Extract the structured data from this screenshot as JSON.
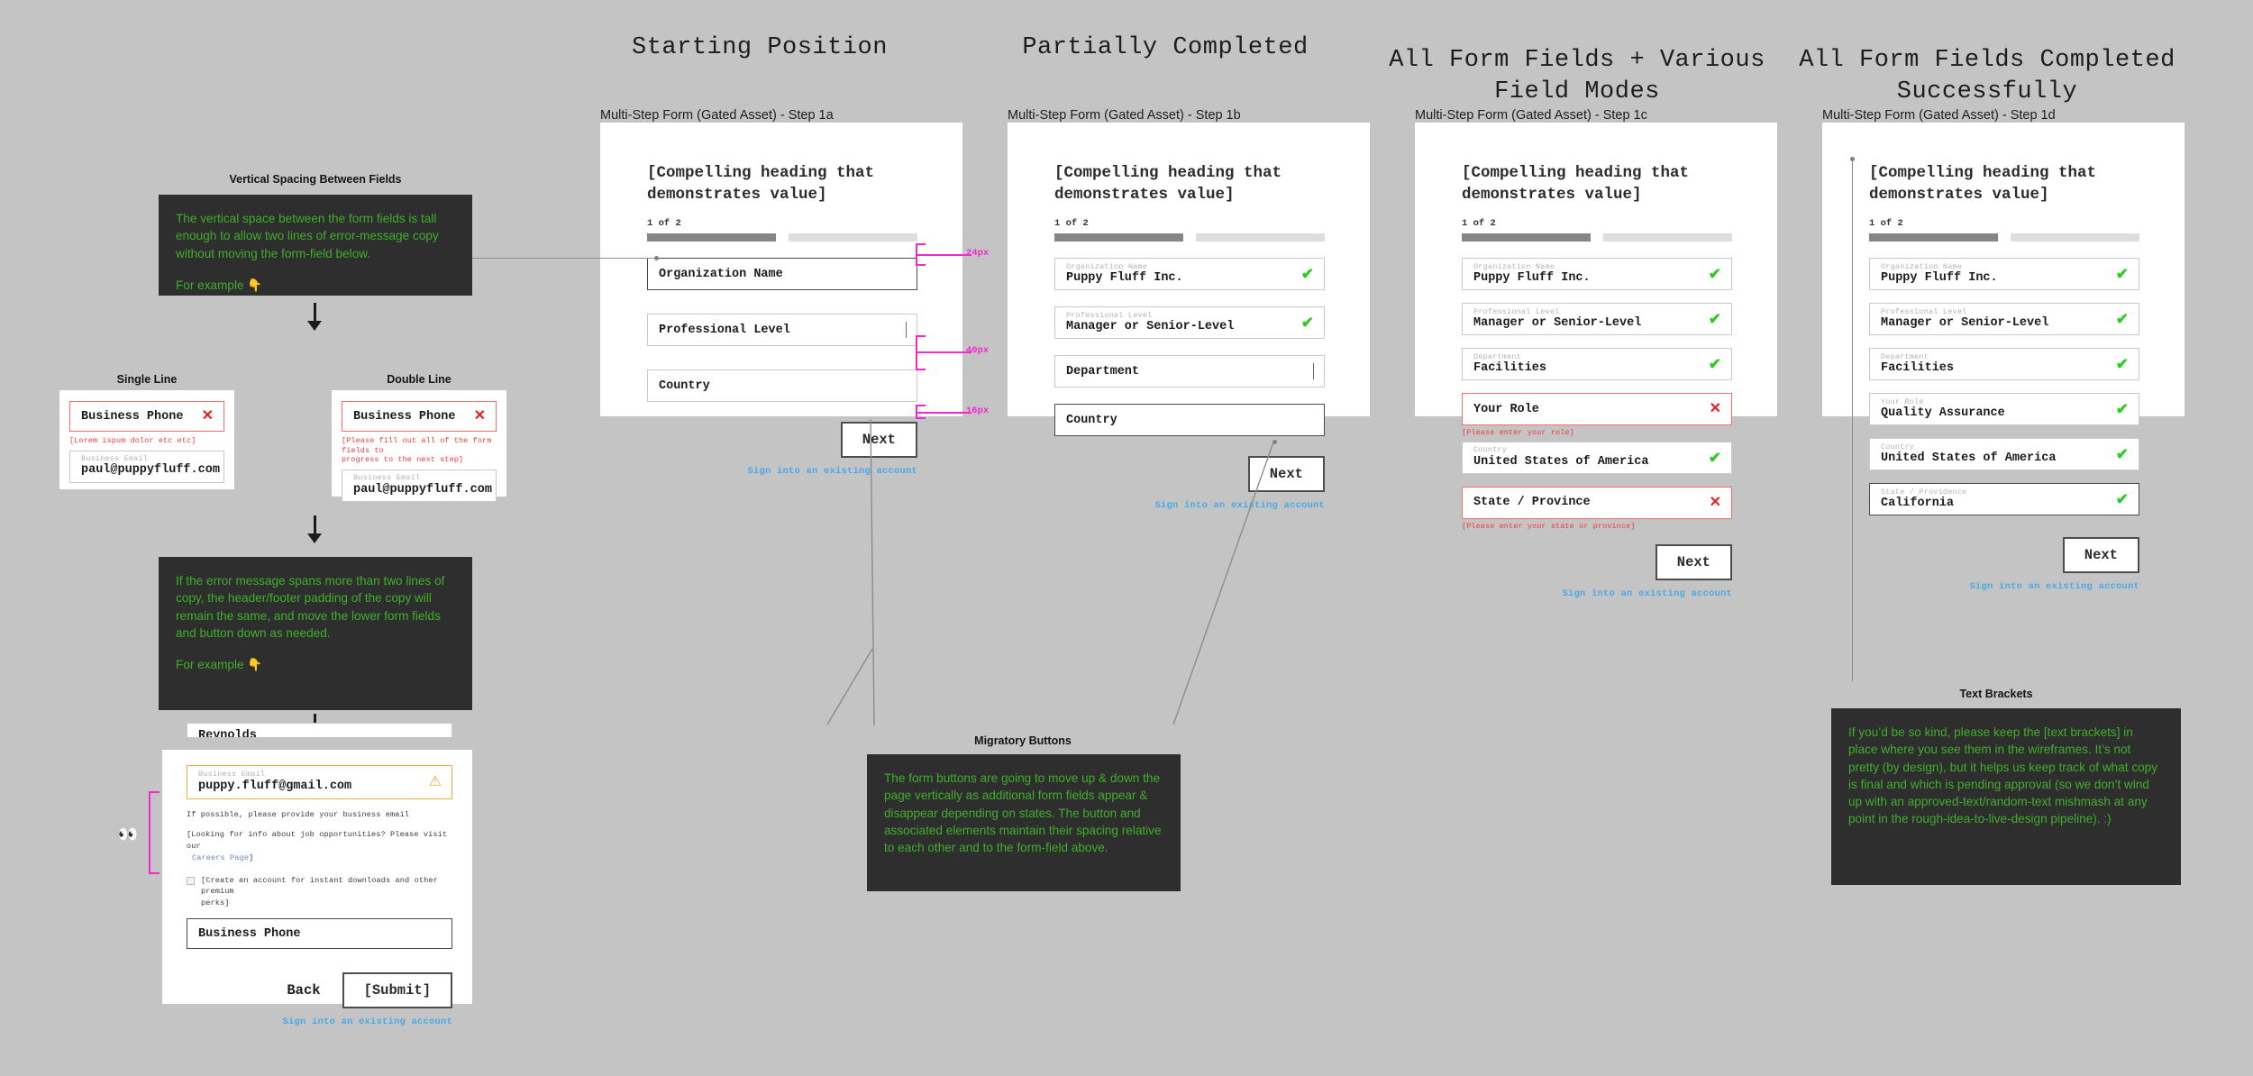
{
  "columns": [
    {
      "title": "Starting Position",
      "caption": "Multi-Step Form (Gated Asset) - Step 1a",
      "heading": "[Compelling heading that\n demonstrates value]",
      "step_count": "1 of 2",
      "fields": [
        {
          "mode": "empty",
          "placeholder": "Organization Name",
          "icon": "none"
        },
        {
          "mode": "empty-light",
          "placeholder": "Professional Level",
          "icon": "chevron-down"
        },
        {
          "mode": "empty-light",
          "placeholder": "Country",
          "icon": "none"
        }
      ],
      "button": "Next",
      "signin": "Sign into an existing account"
    },
    {
      "title": "Partially Completed",
      "caption": "Multi-Step Form (Gated Asset) - Step 1b",
      "heading": "[Compelling heading that\n demonstrates value]",
      "step_count": "1 of 2",
      "fields": [
        {
          "mode": "filled",
          "label": "Organization Name",
          "value": "Puppy Fluff Inc.",
          "icon": "check"
        },
        {
          "mode": "filled",
          "label": "Professional Level",
          "value": "Manager or Senior-Level",
          "icon": "check"
        },
        {
          "mode": "empty-light",
          "placeholder": "Department",
          "icon": "chevron-down"
        },
        {
          "mode": "empty",
          "placeholder": "Country",
          "icon": "none"
        }
      ],
      "button": "Next",
      "signin": "Sign into an existing account"
    },
    {
      "title": "All Form Fields + Various\nField Modes",
      "caption": "Multi-Step Form (Gated Asset) - Step 1c",
      "heading": "[Compelling heading that\n demonstrates value]",
      "step_count": "1 of 2",
      "fields": [
        {
          "mode": "filled",
          "label": "Organization Name",
          "value": "Puppy Fluff Inc.",
          "icon": "check"
        },
        {
          "mode": "filled",
          "label": "Professional Level",
          "value": "Manager or Senior-Level",
          "icon": "check"
        },
        {
          "mode": "filled",
          "label": "Department",
          "value": "Facilities",
          "icon": "check"
        },
        {
          "mode": "error",
          "placeholder": "Your Role",
          "icon": "cross",
          "error": "[Please enter your role]"
        },
        {
          "mode": "filled",
          "label": "Country",
          "value": "United States of America",
          "icon": "check"
        },
        {
          "mode": "error",
          "placeholder": "State / Province",
          "icon": "cross",
          "error": "[Please enter your state or province]"
        }
      ],
      "button": "Next",
      "signin": "Sign into an existing account"
    },
    {
      "title": "All Form Fields Completed\nSuccessfully",
      "caption": "Multi-Step Form (Gated Asset) - Step 1d",
      "heading": "[Compelling heading that\n demonstrates value]",
      "step_count": "1 of 2",
      "fields": [
        {
          "mode": "filled",
          "label": "Organization Name",
          "value": "Puppy Fluff Inc.",
          "icon": "check"
        },
        {
          "mode": "filled",
          "label": "Professional Level",
          "value": "Manager or Senior-Level",
          "icon": "check"
        },
        {
          "mode": "filled",
          "label": "Department",
          "value": "Facilities",
          "icon": "check"
        },
        {
          "mode": "filled",
          "label": "Your Role",
          "value": "Quality Assurance",
          "icon": "check"
        },
        {
          "mode": "filled",
          "label": "Country",
          "value": "United States of America",
          "icon": "check"
        },
        {
          "mode": "filled-dark",
          "label": "State / Providence",
          "value": "California",
          "icon": "check"
        }
      ],
      "button": "Next",
      "signin": "Sign into an existing account"
    }
  ],
  "annotations": {
    "vertical_spacing": {
      "title": "Vertical Spacing Between Fields",
      "body": "The vertical space between the form fields is tall enough to allow two lines of error-message copy without moving the form-field below.",
      "footer": "For example 👇"
    },
    "error_overflow": {
      "body": "If the error message spans more than two lines of copy, the header/footer padding of the copy will remain the same, and move the lower form fields and button down as needed.",
      "footer": "For example 👇"
    },
    "migratory_buttons": {
      "title": "Migratory Buttons",
      "body": "The form buttons are going to move up & down the page vertically as additional form fields appear & disappear depending on states. The button and associated elements maintain their spacing relative to each other and to the form-field above."
    },
    "text_brackets": {
      "title": "Text Brackets",
      "body": "If you’d be so kind, please keep the [text brackets] in place where you see them in the wireframes. It’s not pretty (by design), but it helps us keep track of what copy is final and which is pending approval (so we don’t wind up with an approved-text/random-text mishmash at any point in the rough-idea-to-live-design pipeline). :)"
    }
  },
  "examples": {
    "single_line": {
      "title": "Single Line",
      "field_placeholder": "Business Phone",
      "error": "[Lorem ispum dolor etc etc]",
      "email_label": "Business Email",
      "email_value": "paul@puppyfluff.com"
    },
    "double_line": {
      "title": "Double Line",
      "field_placeholder": "Business Phone",
      "error": "[Please fill out all of the form fields to\n progress to the next step]",
      "email_label": "Business Email",
      "email_value": "paul@puppyfluff.com"
    },
    "long_form": {
      "name_value": "Reynolds",
      "email_label": "Business Email",
      "email_value": "puppy.fluff@gmail.com",
      "helper_1": "If possible, please provide your business email",
      "helper_2a": "[Looking for info about job opportunities? Please visit our",
      "helper_2b": "Careers Page",
      "helper_2c": "]",
      "checkbox_label": "[Create an account for instant downloads and other premium\n  perks]",
      "phone_placeholder": "Business Phone",
      "back_label": "Back",
      "submit_label": "[Submit]",
      "signin": "Sign into an existing account"
    }
  },
  "specs": {
    "gap_1": "24px",
    "gap_2": "40px",
    "gap_3": "16px"
  },
  "colors": {
    "background": "#c4c4c4",
    "anno_bg": "#2e2e2e",
    "anno_text": "#3fae2a",
    "accent_magenta": "#f527cf",
    "success": "#2ecc22",
    "error": "#e62020",
    "warning": "#f0ad3c",
    "link": "#4aa8e8"
  }
}
